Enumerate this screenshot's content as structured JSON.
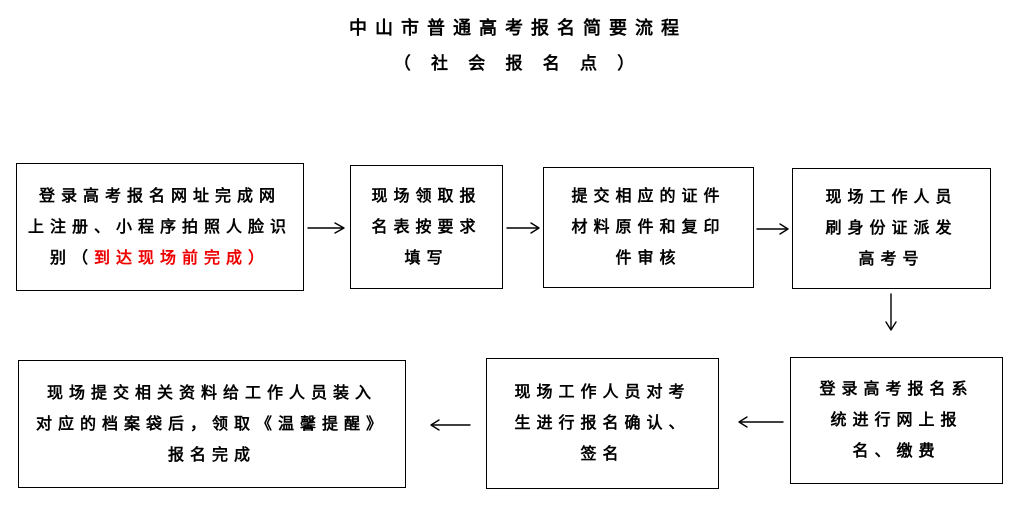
{
  "header": {
    "title": "中山市普通高考报名简要流程",
    "subtitle": "（ 社 会 报 名 点 ）"
  },
  "colors": {
    "text": "#000000",
    "highlight_red": "#ee0000",
    "border": "#000000",
    "background": "#ffffff"
  },
  "flow": {
    "steps": [
      {
        "name": "online-register",
        "text": "登录高考报名网址完成网\n上注册、小程序拍照人脸识\n别（",
        "highlight": "到达现场前完成）"
      },
      {
        "name": "get-form",
        "text": "现场领取报\n名表按要求\n填写"
      },
      {
        "name": "submit-documents",
        "text": "提交相应的证件\n材料原件和复印\n件审核"
      },
      {
        "name": "issue-exam-number",
        "text": "现场工作人员\n刷身份证派发\n高考号"
      },
      {
        "name": "online-signup-pay",
        "text": "登录高考报名系\n统进行网上报\n名、缴费"
      },
      {
        "name": "confirm-sign",
        "text": "现场工作人员对考\n生进行报名确认、\n签名"
      },
      {
        "name": "finish",
        "text": "现场提交相关资料给工作人员装入\n对应的档案袋后，领取《温馨提醒》\n报名完成"
      }
    ]
  }
}
